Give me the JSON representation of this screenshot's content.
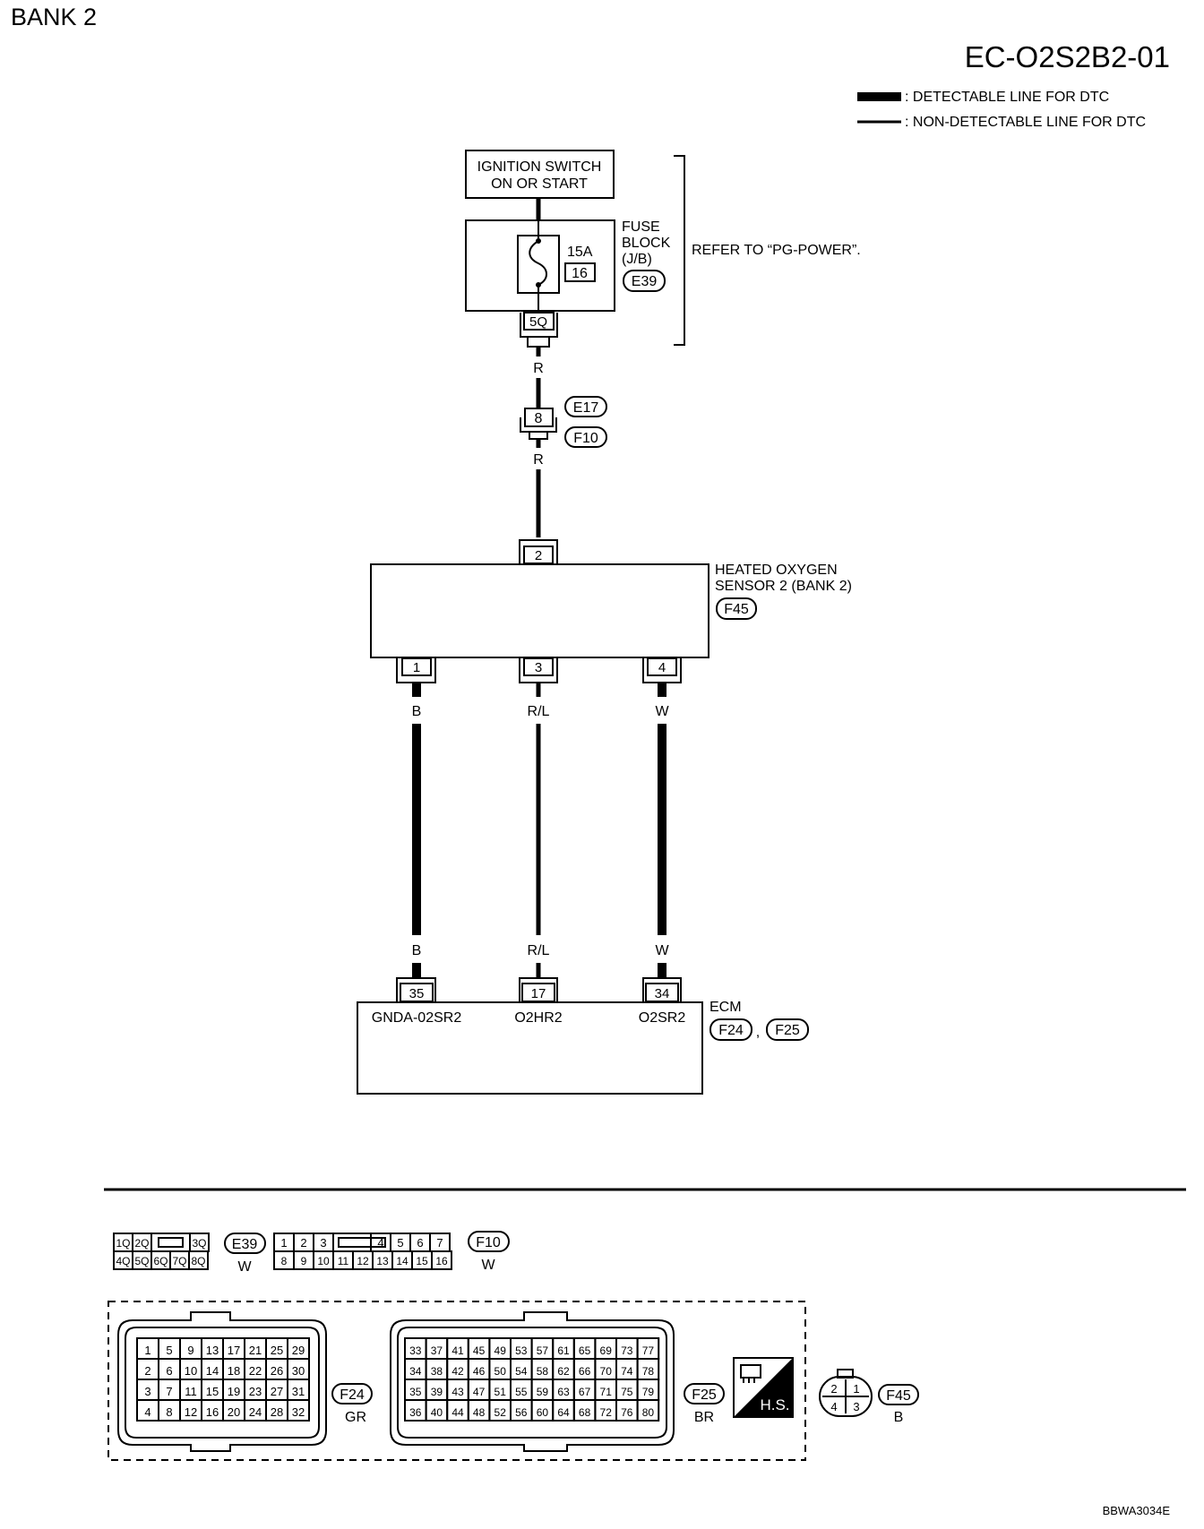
{
  "header": {
    "bank_title": "BANK 2",
    "diagram_code": "EC-O2S2B2-01",
    "figure_code": "BBWA3034E"
  },
  "legend": {
    "detectable": ": DETECTABLE LINE FOR DTC",
    "non_detectable": ": NON-DETECTABLE LINE FOR DTC"
  },
  "ignition": {
    "line1": "IGNITION SWITCH",
    "line2": "ON OR START"
  },
  "fuse_block": {
    "label1": "FUSE",
    "label2": "BLOCK",
    "label3": "(J/B)",
    "amp": "15A",
    "fuse_no": "16",
    "connector": "E39",
    "terminal": "5Q",
    "refer": "REFER TO “PG-POWER”."
  },
  "wire_top": {
    "color1": "R",
    "color2": "R"
  },
  "joint": {
    "terminal": "8",
    "conn_a": "E17",
    "conn_b": "F10"
  },
  "sensor": {
    "line1": "HEATED OXYGEN",
    "line2": "SENSOR 2 (BANK 2)",
    "connector": "F45",
    "pin_top": "2",
    "pins": [
      "1",
      "3",
      "4"
    ]
  },
  "wires": [
    {
      "color_top": "B",
      "color_bottom": "B",
      "detectable": true
    },
    {
      "color_top": "R/L",
      "color_bottom": "R/L",
      "detectable": false
    },
    {
      "color_top": "W",
      "color_bottom": "W",
      "detectable": true
    }
  ],
  "ecm": {
    "label": "ECM",
    "conn_a": "F24",
    "sep": ",",
    "conn_b": "F25",
    "pins": [
      "35",
      "17",
      "34"
    ],
    "signals": [
      "GNDA-02SR2",
      "O2HR2",
      "O2SR2"
    ]
  },
  "connectors": {
    "e39": {
      "id": "E39",
      "color": "W",
      "row1": [
        "1Q",
        "2Q",
        "3Q"
      ],
      "row2": [
        "4Q",
        "5Q",
        "6Q",
        "7Q",
        "8Q"
      ]
    },
    "f10": {
      "id": "F10",
      "color": "W",
      "row1": [
        "1",
        "2",
        "3",
        "4",
        "5",
        "6",
        "7"
      ],
      "row2": [
        "8",
        "9",
        "10",
        "11",
        "12",
        "13",
        "14",
        "15",
        "16"
      ]
    },
    "f24": {
      "id": "F24",
      "color": "GR",
      "grid": [
        [
          "1",
          "5",
          "9",
          "13",
          "17",
          "21",
          "25",
          "29"
        ],
        [
          "2",
          "6",
          "10",
          "14",
          "18",
          "22",
          "26",
          "30"
        ],
        [
          "3",
          "7",
          "11",
          "15",
          "19",
          "23",
          "27",
          "31"
        ],
        [
          "4",
          "8",
          "12",
          "16",
          "20",
          "24",
          "28",
          "32"
        ]
      ]
    },
    "f25": {
      "id": "F25",
      "color": "BR",
      "grid": [
        [
          "33",
          "37",
          "41",
          "45",
          "49",
          "53",
          "57",
          "61",
          "65",
          "69",
          "73",
          "77"
        ],
        [
          "34",
          "38",
          "42",
          "46",
          "50",
          "54",
          "58",
          "62",
          "66",
          "70",
          "74",
          "78"
        ],
        [
          "35",
          "39",
          "43",
          "47",
          "51",
          "55",
          "59",
          "63",
          "67",
          "71",
          "75",
          "79"
        ],
        [
          "36",
          "40",
          "44",
          "48",
          "52",
          "56",
          "60",
          "64",
          "68",
          "72",
          "76",
          "80"
        ]
      ]
    },
    "f45": {
      "id": "F45",
      "color": "B",
      "row1": [
        "2",
        "1"
      ],
      "row2": [
        "4",
        "3"
      ]
    },
    "hs_label": "H.S."
  }
}
